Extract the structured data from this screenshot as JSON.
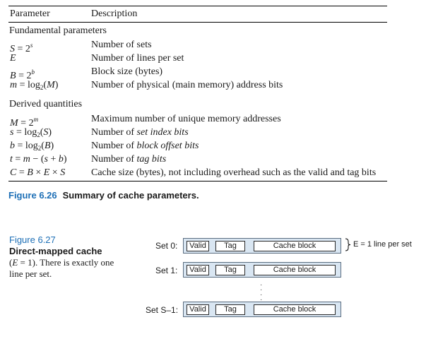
{
  "table": {
    "headers": {
      "param": "Parameter",
      "desc": "Description"
    },
    "fundamental": {
      "label": "Fundamental parameters",
      "rows": [
        {
          "desc": "Number of sets"
        },
        {
          "desc": "Number of lines per set"
        },
        {
          "desc": "Block size (bytes)"
        },
        {
          "desc": "Number of physical (main memory) address bits"
        }
      ]
    },
    "derived": {
      "label": "Derived quantities",
      "rows": [
        {
          "desc": "Maximum number of unique memory addresses"
        },
        {
          "desc_pre": "Number of ",
          "desc_em": "set index bits"
        },
        {
          "desc_pre": "Number of ",
          "desc_em": "block offset bits"
        },
        {
          "desc_pre": "Number of ",
          "desc_em": "tag bits"
        },
        {
          "desc": "Cache size (bytes), not including overhead such as the valid and tag bits"
        }
      ]
    }
  },
  "caption_626": {
    "num": "Figure 6.26",
    "text": "Summary of cache parameters."
  },
  "figure_627": {
    "num": "Figure 6.27",
    "title": "Direct-mapped cache",
    "desc_pre": "(",
    "desc_post": "). There is exactly one line per set.",
    "sets": [
      {
        "label": "Set 0:",
        "valid": "Valid",
        "tag": "Tag",
        "block": "Cache block"
      },
      {
        "label": "Set 1:",
        "valid": "Valid",
        "tag": "Tag",
        "block": "Cache block"
      },
      {
        "label": "Set S–1:",
        "valid": "Valid",
        "tag": "Tag",
        "block": "Cache block"
      }
    ],
    "annotation": "E = 1 line per set"
  }
}
